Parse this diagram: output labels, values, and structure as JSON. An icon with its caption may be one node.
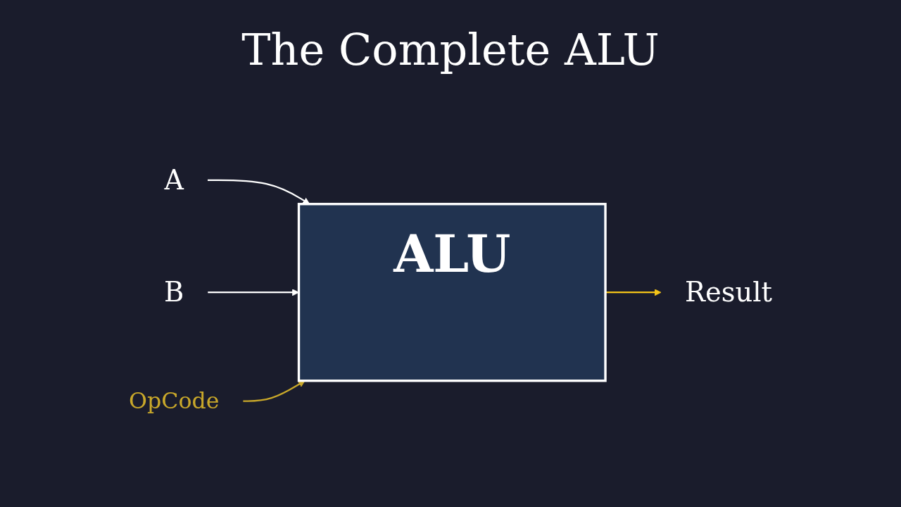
{
  "diagram": {
    "title": "The Complete ALU",
    "nodes": [
      {
        "text": [
          "A"
        ]
      },
      {
        "text": [
          "B"
        ]
      },
      {
        "text": [
          "ALU"
        ]
      },
      {
        "text": [
          "Result"
        ]
      },
      {
        "text": [
          "OpCode"
        ]
      }
    ],
    "edges": [
      {
        "from": 0,
        "to": 2,
        "arrow": "to"
      },
      {
        "from": 1,
        "to": 2,
        "arrow": "to"
      },
      {
        "from": 2,
        "to": 3,
        "arrow": "to",
        "color": "#f5c518"
      },
      {
        "from": 4,
        "to": 2,
        "arrow": "to",
        "color": "#c9a82a"
      }
    ]
  }
}
